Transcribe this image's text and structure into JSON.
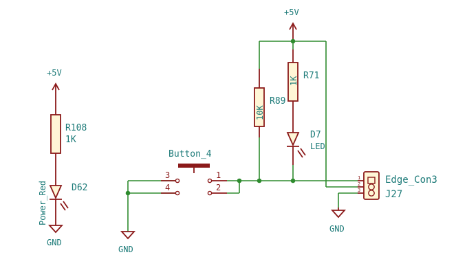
{
  "power_left": {
    "label": "+5V"
  },
  "r108": {
    "ref": "R108",
    "value": "1K"
  },
  "d62": {
    "ref": "D62",
    "value": "Power_Red"
  },
  "gnd_left": {
    "label": "GND"
  },
  "button": {
    "ref": "Button_4",
    "pin1": "1",
    "pin2": "2",
    "pin3": "3",
    "pin4": "4"
  },
  "gnd_button": {
    "label": "GND"
  },
  "power_top": {
    "label": "+5V"
  },
  "r89": {
    "ref": "R89",
    "value": "10K"
  },
  "r71": {
    "ref": "R71",
    "value": "1K"
  },
  "d7": {
    "ref": "D7",
    "value": "LED"
  },
  "connector": {
    "ref": "J27",
    "value": "Edge_Con3",
    "pin1": "1",
    "pin2": "2",
    "pin3": "3"
  },
  "gnd_conn": {
    "label": "GND"
  }
}
